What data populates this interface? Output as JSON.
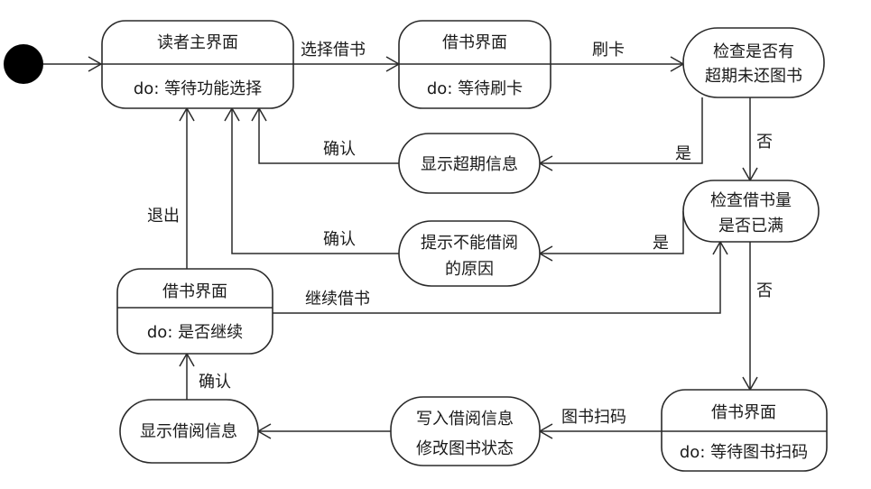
{
  "diagram": {
    "type": "state-machine",
    "states": {
      "reader_main": {
        "name": "读者主界面",
        "activity": "do: 等待功能选择"
      },
      "borrow_swipe": {
        "name": "借书界面",
        "activity": "do: 等待刷卡"
      },
      "check_overdue": {
        "lines": [
          "检查是否有",
          "超期未还图书"
        ]
      },
      "show_overdue": {
        "lines": [
          "显示超期信息"
        ]
      },
      "check_quota": {
        "lines": [
          "检查借书量",
          "是否已满"
        ]
      },
      "cannot_borrow": {
        "lines": [
          "提示不能借阅",
          "的原因"
        ]
      },
      "borrow_continue": {
        "name": "借书界面",
        "activity": "do: 是否继续"
      },
      "borrow_scan": {
        "name": "借书界面",
        "activity": "do: 等待图书扫码"
      },
      "write_info": {
        "lines": [
          "写入借阅信息",
          "修改图书状态"
        ]
      },
      "show_borrow": {
        "lines": [
          "显示借阅信息"
        ]
      }
    },
    "transitions": {
      "select_borrow": "选择借书",
      "swipe": "刷卡",
      "yes_overdue": "是",
      "no_overdue": "否",
      "confirm_overdue": "确认",
      "yes_full": "是",
      "no_full": "否",
      "confirm_cannot": "确认",
      "continue_borrow": "继续借书",
      "exit": "退出",
      "scan": "图书扫码",
      "confirm_borrow": "确认"
    }
  }
}
